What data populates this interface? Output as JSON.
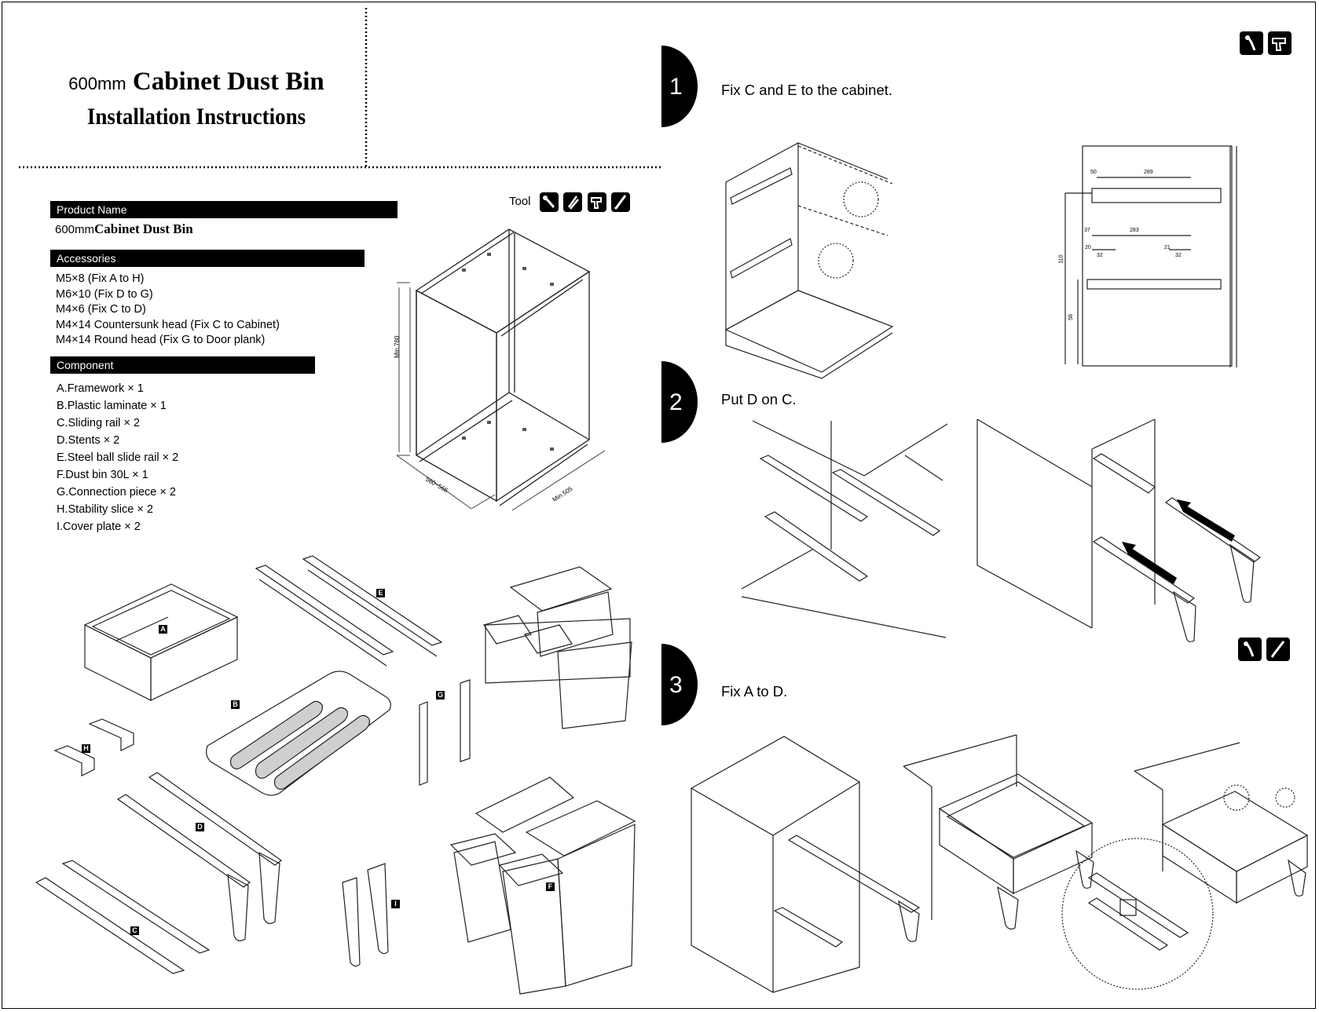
{
  "header": {
    "size_prefix": "600mm",
    "title_line1": "Cabinet Dust Bin",
    "title_line2": "Installation Instructions"
  },
  "product": {
    "heading": "Product Name",
    "prefix": "600mm",
    "name": "Cabinet Dust Bin"
  },
  "tools": {
    "label": "Tool",
    "icons": [
      "screwdriver-icon",
      "pliers-icon",
      "drill-icon",
      "pencil-icon"
    ]
  },
  "accessories": {
    "heading": "Accessories",
    "items": [
      "M5×8   (Fix A to H)",
      "M6×10 (Fix D to G)",
      "M4×6   (Fix C to D)",
      "M4×14 Countersunk head  (Fix C to Cabinet)",
      "M4×14 Round head  (Fix G to Door plank)"
    ]
  },
  "components": {
    "heading": "Component",
    "items": [
      "A.Framework × 1",
      "B.Plastic laminate × 1",
      "C.Sliding rail × 2",
      "D.Stents  × 2",
      "E.Steel ball slide rail × 2",
      "F.Dust bin 30L × 1",
      "G.Connection piece × 2",
      "H.Stability slice × 2",
      "I.Cover plate × 2"
    ]
  },
  "dimensions": {
    "height": "Min.780",
    "width": "560~566",
    "depth": "Min.505"
  },
  "part_labels": [
    "A",
    "B",
    "C",
    "D",
    "E",
    "F",
    "G",
    "H",
    "I"
  ],
  "step1": {
    "number": "1",
    "text": "Fix C and E to the cabinet.",
    "dims": [
      "50",
      "289",
      "37",
      "283",
      "20",
      "32",
      "21",
      "32",
      "110",
      "58"
    ],
    "tool_icons": [
      "screwdriver-icon",
      "drill-icon"
    ]
  },
  "step2": {
    "number": "2",
    "text": "Put D on C."
  },
  "step3": {
    "number": "3",
    "text": "Fix A  to D.",
    "tool_icons": [
      "screwdriver-icon",
      "pencil-icon"
    ]
  }
}
